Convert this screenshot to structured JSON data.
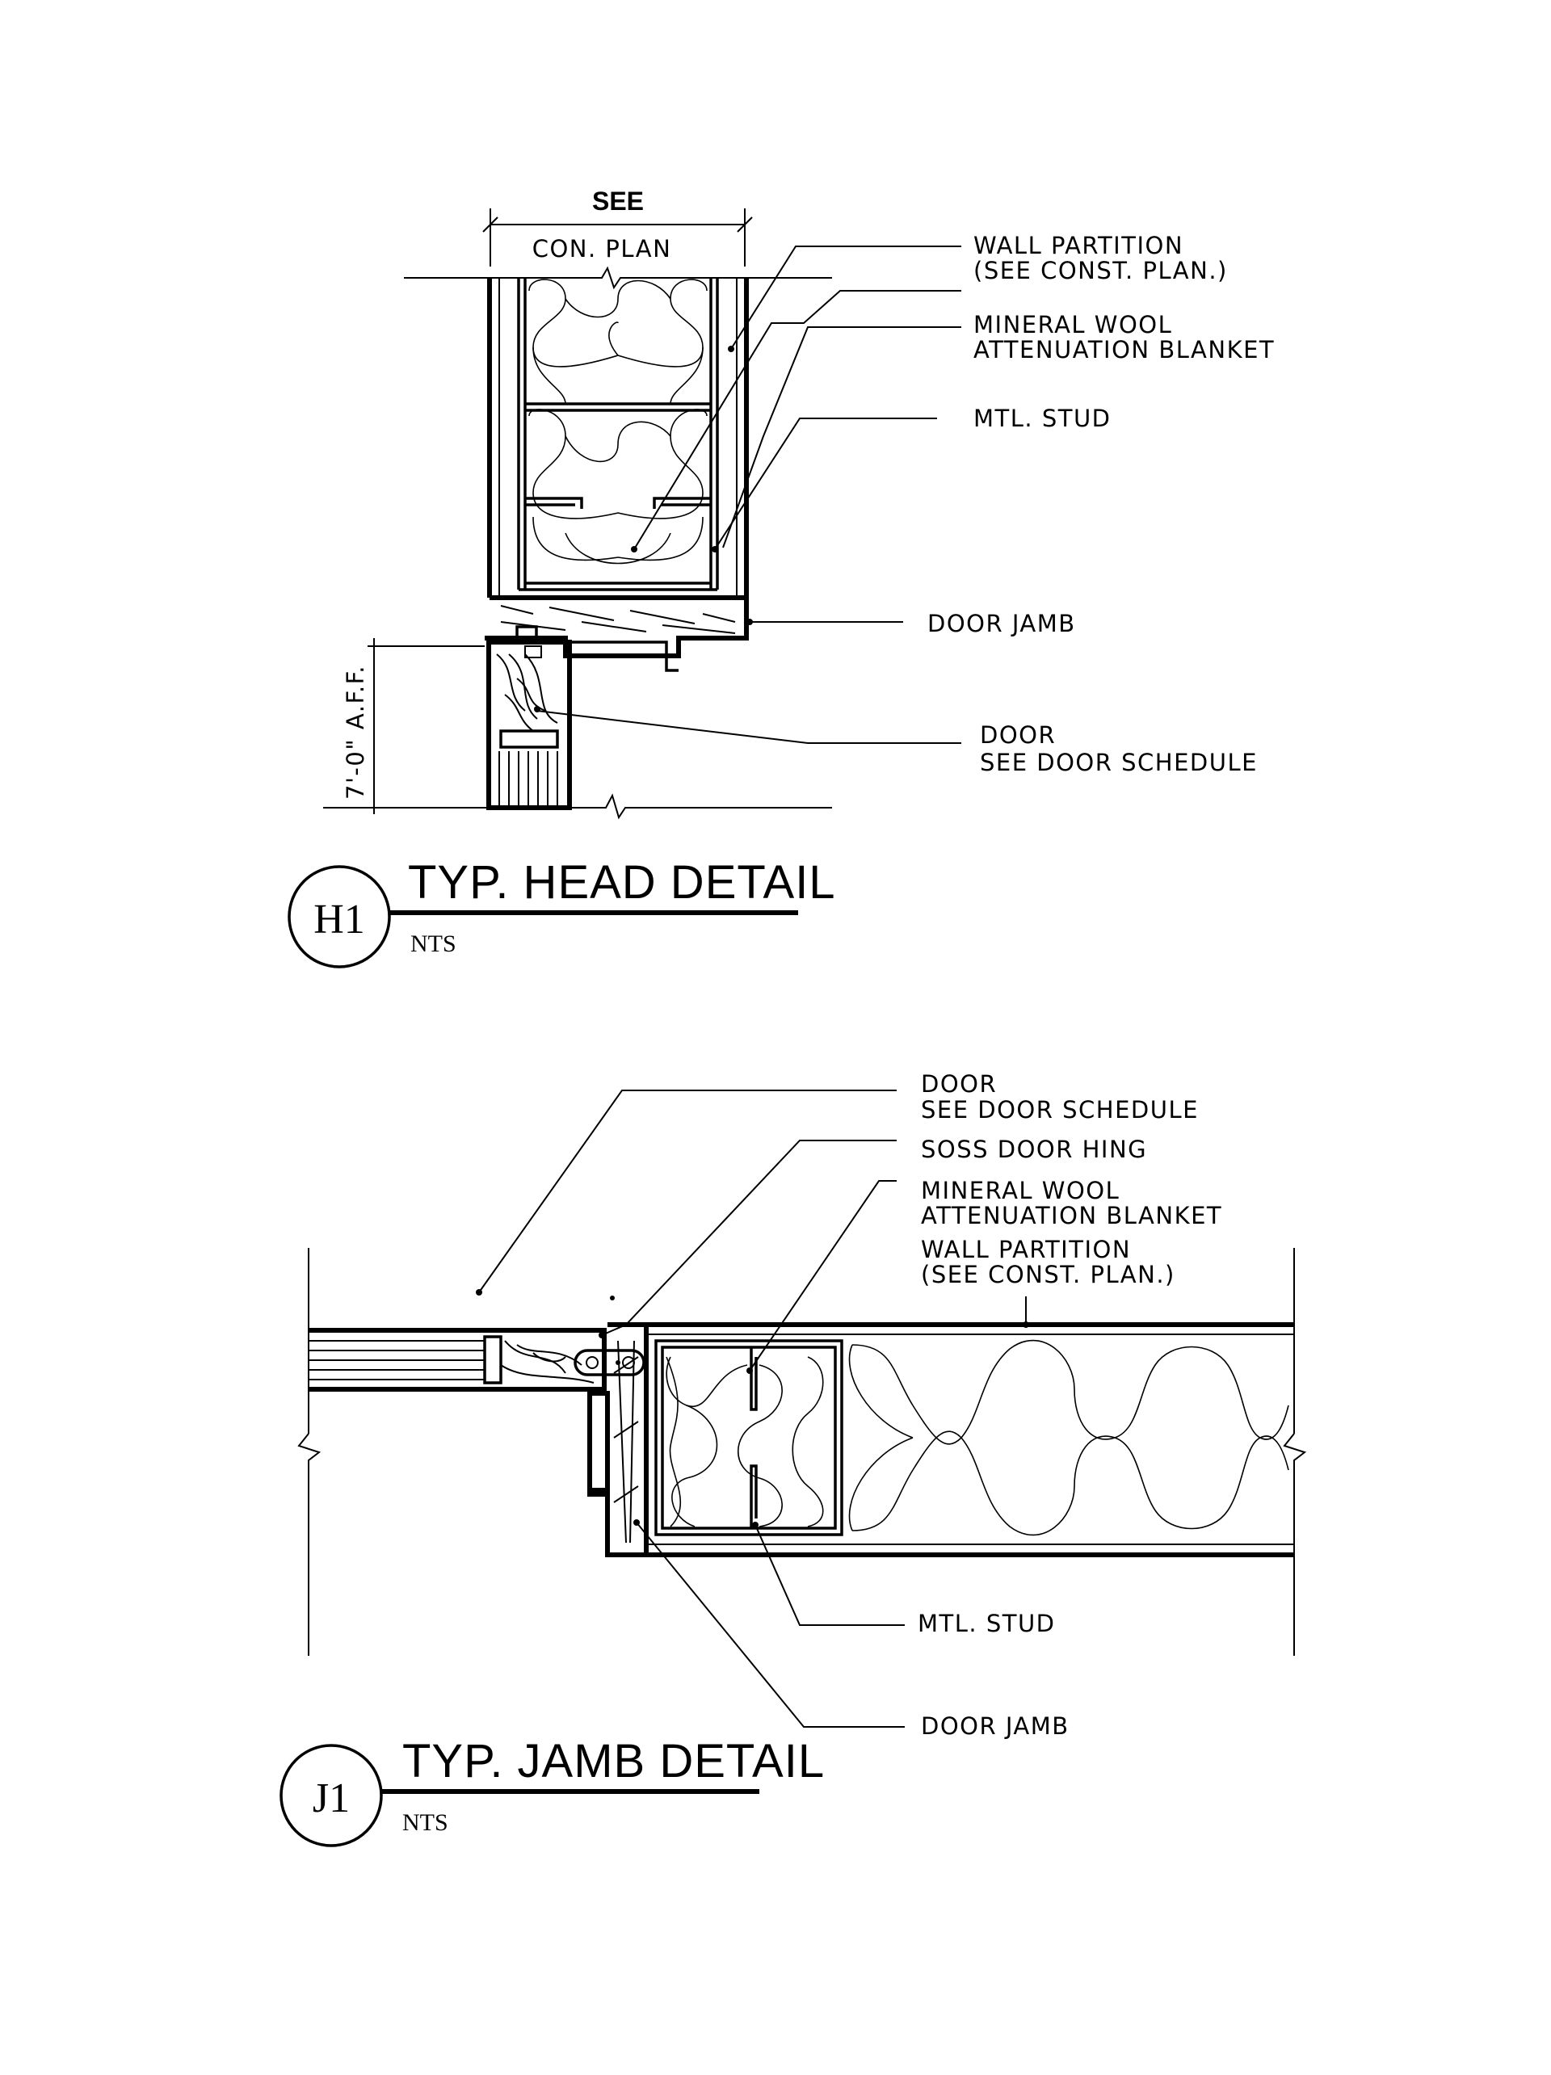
{
  "head_detail": {
    "dimension_label_top": "SEE",
    "dimension_label_bottom": "CON. PLAN",
    "height_label": "7'-0\" A.F.F.",
    "callouts": {
      "wall_partition": [
        "WALL PARTITION",
        "(SEE CONST. PLAN.)"
      ],
      "mineral_wool": [
        "MINERAL WOOL",
        "ATTENUATION BLANKET"
      ],
      "stud": [
        "MTL. STUD"
      ],
      "door_jamb": [
        "DOOR JAMB"
      ],
      "door": [
        "DOOR",
        "SEE DOOR SCHEDULE"
      ]
    },
    "tag": "H1",
    "title": "TYP. HEAD DETAIL",
    "scale": "NTS"
  },
  "jamb_detail": {
    "callouts": {
      "door": [
        "DOOR",
        "SEE DOOR SCHEDULE"
      ],
      "hinge": [
        "SOSS DOOR HING"
      ],
      "mineral_wool": [
        "MINERAL WOOL",
        "ATTENUATION BLANKET"
      ],
      "wall_partition": [
        "WALL PARTITION",
        "(SEE CONST. PLAN.)"
      ],
      "stud": [
        "MTL. STUD"
      ],
      "door_jamb": [
        "DOOR JAMB"
      ]
    },
    "tag": "J1",
    "title": "TYP. JAMB DETAIL",
    "scale": "NTS"
  }
}
